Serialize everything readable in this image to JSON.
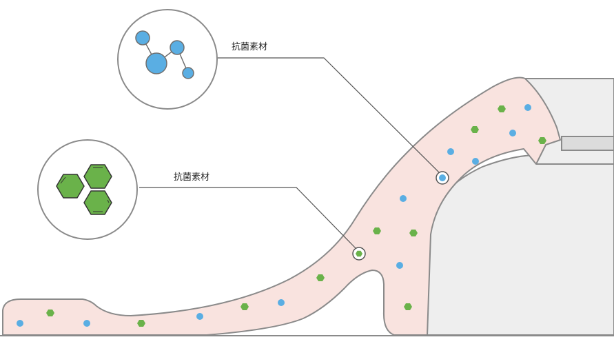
{
  "callouts": [
    {
      "label": "抗菌素材",
      "material": "molecule",
      "particle_color": "#5aaee3"
    },
    {
      "label": "抗菌素材",
      "material": "hexagon-ring",
      "particle_color": "#6ab24a"
    }
  ],
  "colors": {
    "body_fill": "#f9e3df",
    "outline": "#8a8a8a",
    "gray_fill": "#eeeeee",
    "blue_particle": "#5aaee3",
    "green_particle": "#6ab24a"
  }
}
